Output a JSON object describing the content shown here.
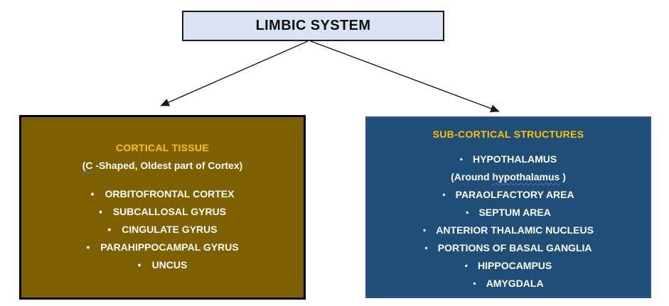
{
  "root": {
    "label": "LIMBIC SYSTEM"
  },
  "left_box": {
    "title": "CORTICAL TISSUE",
    "subtitle_open": "(C",
    "subtitle_rest": " -Shaped, Oldest part of Cortex)",
    "bullet_char": "•",
    "items": [
      "ORBITOFRONTAL CORTEX",
      "SUBCALLOSAL GYRUS",
      "CINGULATE GYRUS",
      "PARAHIPPOCAMPAL GYRUS",
      "UNCUS"
    ]
  },
  "right_box": {
    "title": "SUB-CORTICAL STRUCTURES",
    "bullet_char": "▪",
    "item_hypothalamus": "HYPOTHALAMUS",
    "note_prefix": "(Around ",
    "note_word": "hypothalamus",
    "note_suffix": " )",
    "items": [
      "PARAOLFACTORY AREA",
      "SEPTUM AREA",
      "ANTERIOR THALAMIC NUCLEUS",
      "PORTIONS OF BASAL GANGLIA",
      "HIPPOCAMPUS",
      "AMYGDALA"
    ]
  },
  "colors": {
    "header_fill": "#DAE3F3",
    "left_fill": "#7F6000",
    "right_fill": "#1F4E79",
    "right_border": "#2F5597",
    "accent_gold": "#FFC000",
    "body_text": "#FFFFFF",
    "arrow": "#1A1A1A",
    "squiggle_blue": "#4472C4"
  }
}
